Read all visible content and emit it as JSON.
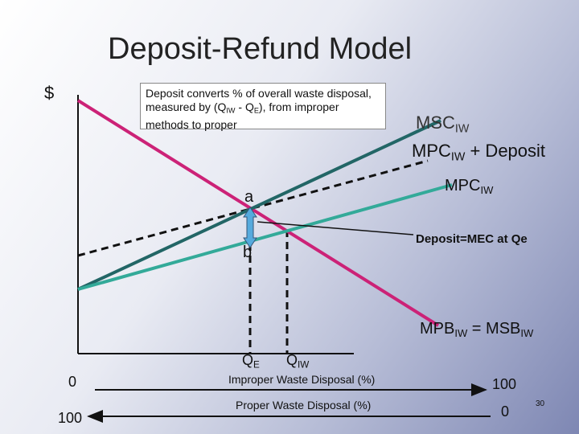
{
  "title": "Deposit-Refund Model",
  "y_axis_label": "$",
  "callout": {
    "part1": "Deposit converts % of overall waste disposal, measured by (Q",
    "sub1": "IW",
    "part2": " -  Q",
    "sub2": "E",
    "part3": "), from improper methods to proper"
  },
  "curves": {
    "msc": {
      "main": "MSC",
      "sub": "IW"
    },
    "mpc_deposit": {
      "main": "MPC",
      "sub": "IW",
      "suffix": " + Deposit"
    },
    "mpc": {
      "main": "MPC",
      "sub": "IW"
    },
    "mpb": {
      "main1": "MPB",
      "sub1": "IW",
      "mid": " = MSB",
      "sub2": "IW"
    }
  },
  "points": {
    "a": "a",
    "b": "b"
  },
  "deposit_note": "Deposit=MEC at Qe",
  "quantities": {
    "qe": {
      "main": "Q",
      "sub": "E"
    },
    "qiw": {
      "main": "Q",
      "sub": "IW"
    }
  },
  "axes": {
    "improper_label": "Improper Waste Disposal (%)",
    "proper_label": "Proper Waste Disposal (%)",
    "improper_start": "0",
    "improper_end": "100",
    "proper_start": "100",
    "proper_end": "0"
  },
  "page_number": "30",
  "colors": {
    "mpb": "#cc2277",
    "msc": "#226666",
    "mpc": "#33aa99",
    "dashed": "#111111",
    "arrow": "#55aadd"
  }
}
